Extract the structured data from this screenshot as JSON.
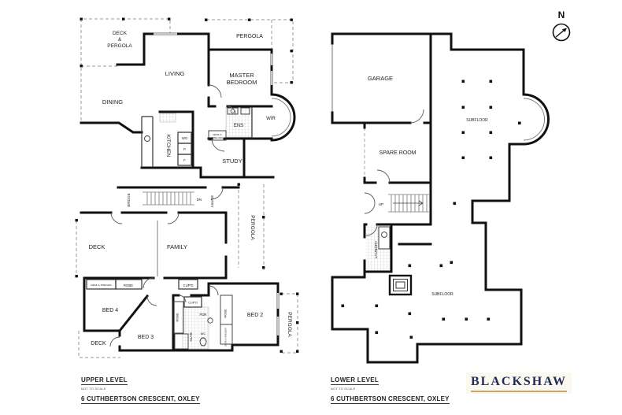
{
  "compass": {
    "n": "N"
  },
  "upper": {
    "deck_pergola_1": "DECK",
    "deck_pergola_2": "&",
    "deck_pergola_3": "PERGOLA",
    "pergola_top": "PERGOLA",
    "living": "LIVING",
    "master_1": "MASTER",
    "master_2": "BEDROOM",
    "dining": "DINING",
    "kitchen": "KITCHEN",
    "wo": "WO",
    "p": "P",
    "f": "F",
    "ens": "ENS",
    "wir": "WIR",
    "desk_shelves_a1": "DESK &",
    "desk_shelves_a2": "SHELVES",
    "study": "STUDY",
    "bridge": "BRIDGE",
    "dn": "DN",
    "entry": "ENTRY",
    "pergola_mid": "PERGOLA",
    "deck_family": "DECK",
    "family": "FAMILY",
    "desk_shelves_b": "DESK & SHELVES",
    "robe_a": "ROBE",
    "cupd_a": "CUP'D",
    "bed4": "BED 4",
    "bed3": "BED 3",
    "bed2": "BED 2",
    "robe_b": "ROBE",
    "cupd_b": "CUP'D",
    "pdr": "PDR",
    "robe_c": "ROBE",
    "bath": "BATH",
    "wc": "WC",
    "desk_shelves_c": "DESK & SHELVES",
    "deck_lower": "DECK",
    "pergola_bot": "PERGOLA"
  },
  "lower": {
    "garage": "GARAGE",
    "subfloor_a": "SUBFLOOR",
    "spare": "SPARE ROOM",
    "up": "UP",
    "laundry": "LAUNDRY",
    "subfloor_b": "SUBFLOOR"
  },
  "footer_upper": {
    "level": "UPPER LEVEL",
    "note": "NOT TO SCALE",
    "address": "6 CUTHBERTSON CRESCENT, OXLEY"
  },
  "footer_lower": {
    "level": "LOWER LEVEL",
    "note": "NOT TO SCALE",
    "address": "6 CUTHBERTSON CRESCENT, OXLEY"
  },
  "brand": {
    "name": "BLACKSHAW",
    "navy": "#1e2b58",
    "gold": "#c9a86f"
  }
}
